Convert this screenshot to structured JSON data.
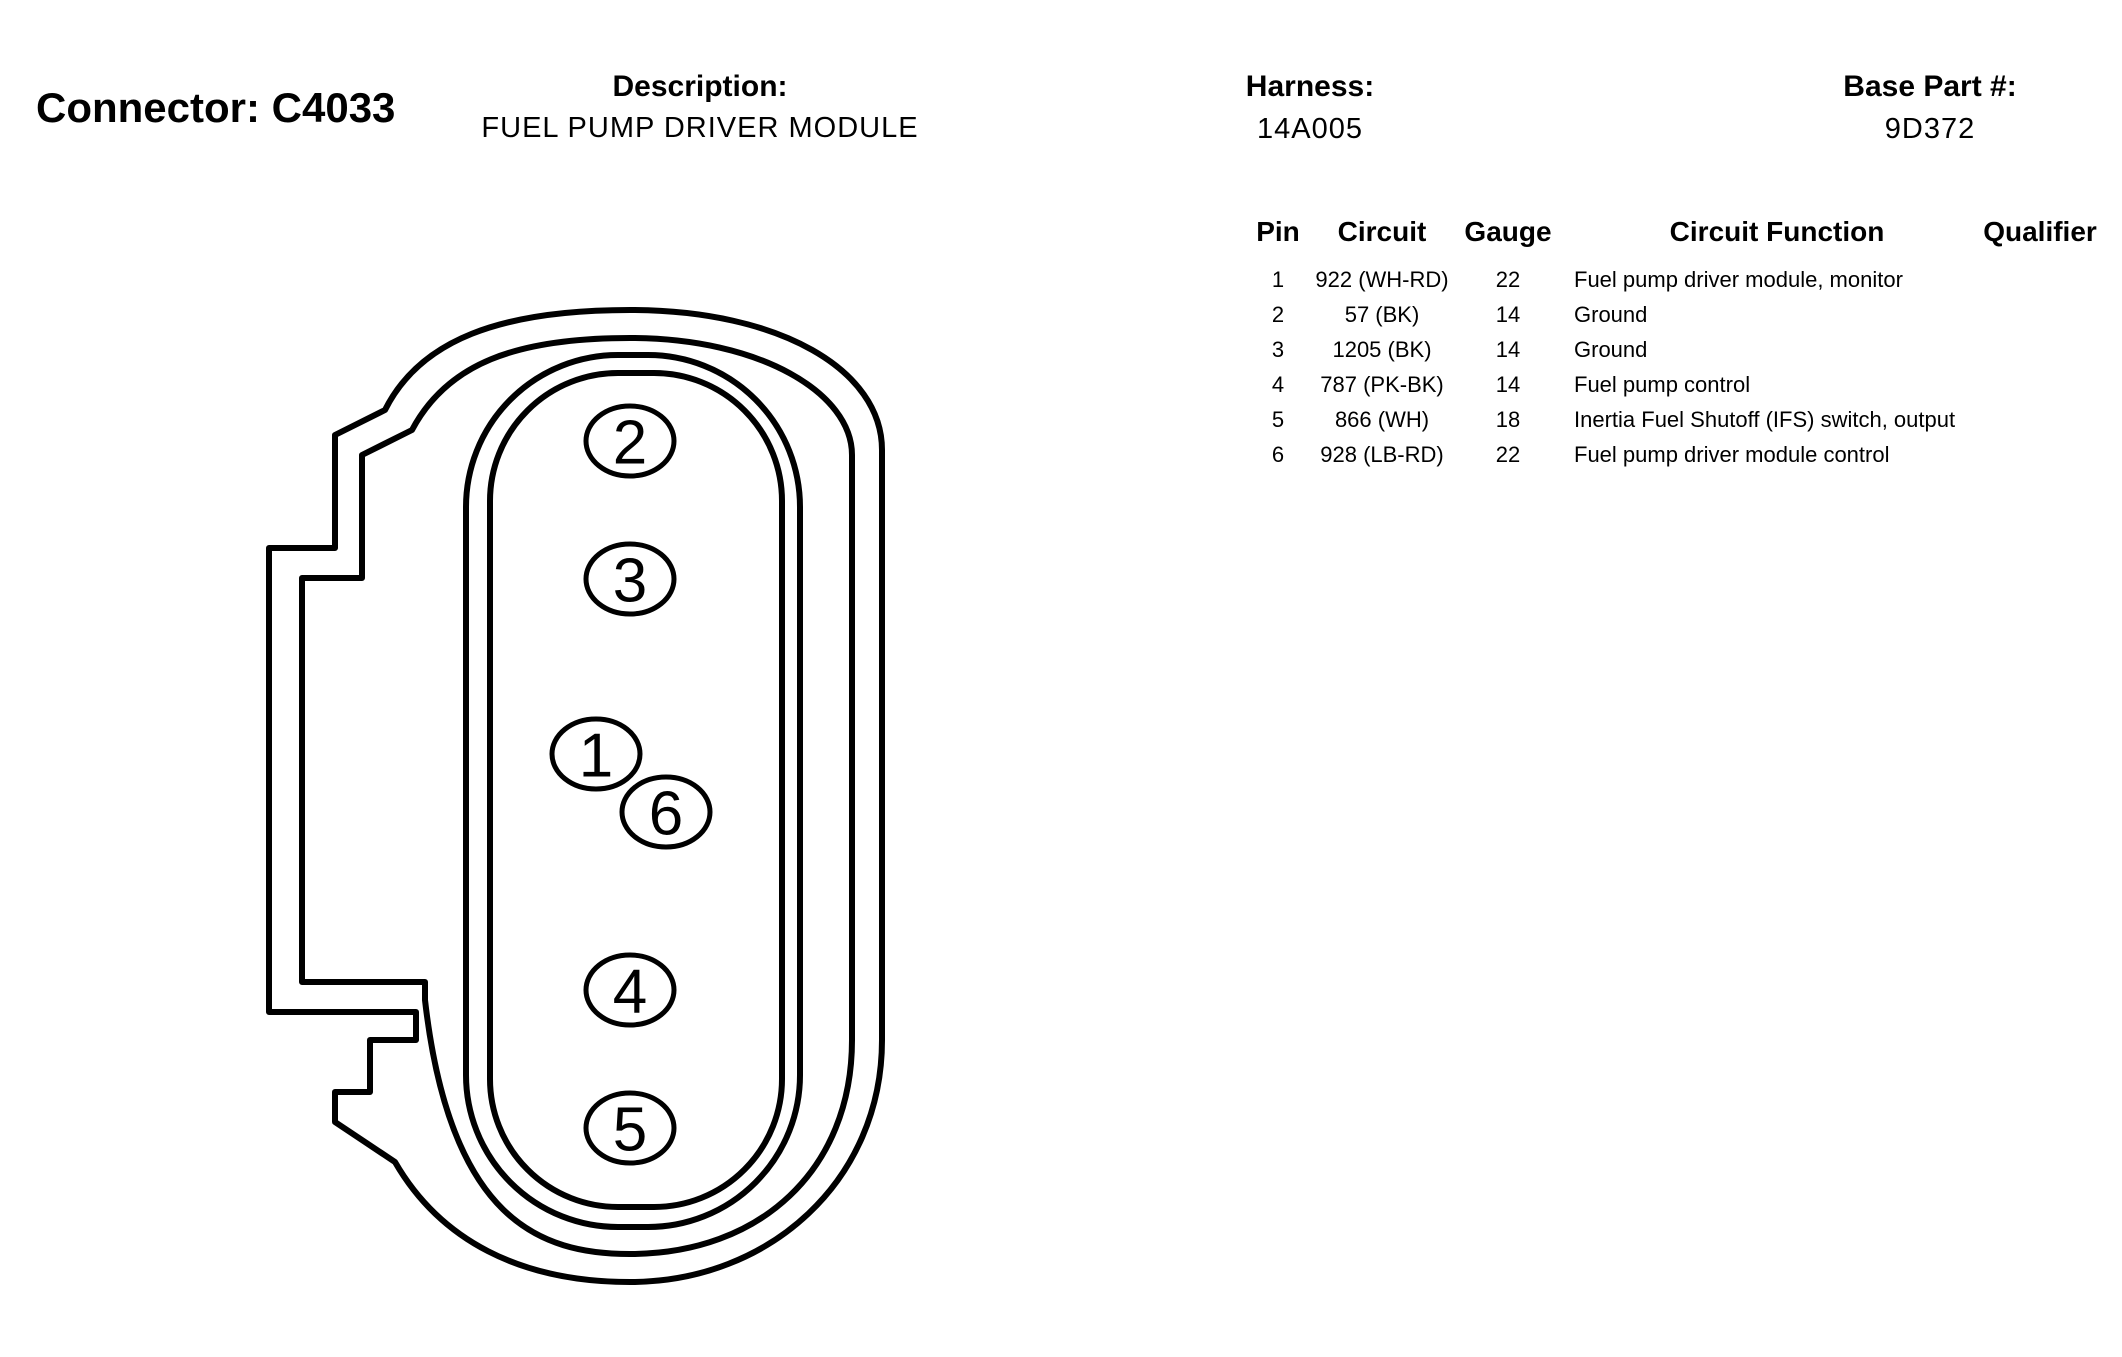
{
  "connector": {
    "title": "Connector: C4033"
  },
  "description": {
    "label": "Description:",
    "value": "FUEL PUMP DRIVER MODULE"
  },
  "harness": {
    "label": "Harness:",
    "value": "14A005"
  },
  "base_part": {
    "label": "Base Part #:",
    "value": "9D372"
  },
  "diagram": {
    "pins": [
      "2",
      "3",
      "1",
      "6",
      "4",
      "5"
    ]
  },
  "table": {
    "headers": {
      "pin": "Pin",
      "circuit": "Circuit",
      "gauge": "Gauge",
      "function": "Circuit Function",
      "qualifier": "Qualifier"
    },
    "rows": [
      {
        "pin": "1",
        "circuit": "922 (WH-RD)",
        "gauge": "22",
        "function": "Fuel pump driver module, monitor",
        "qualifier": ""
      },
      {
        "pin": "2",
        "circuit": "57 (BK)",
        "gauge": "14",
        "function": "Ground",
        "qualifier": ""
      },
      {
        "pin": "3",
        "circuit": "1205 (BK)",
        "gauge": "14",
        "function": "Ground",
        "qualifier": ""
      },
      {
        "pin": "4",
        "circuit": "787 (PK-BK)",
        "gauge": "14",
        "function": "Fuel pump control",
        "qualifier": ""
      },
      {
        "pin": "5",
        "circuit": "866 (WH)",
        "gauge": "18",
        "function": "Inertia Fuel Shutoff (IFS) switch, output",
        "qualifier": ""
      },
      {
        "pin": "6",
        "circuit": "928 (LB-RD)",
        "gauge": "22",
        "function": "Fuel pump driver module control",
        "qualifier": ""
      }
    ]
  }
}
